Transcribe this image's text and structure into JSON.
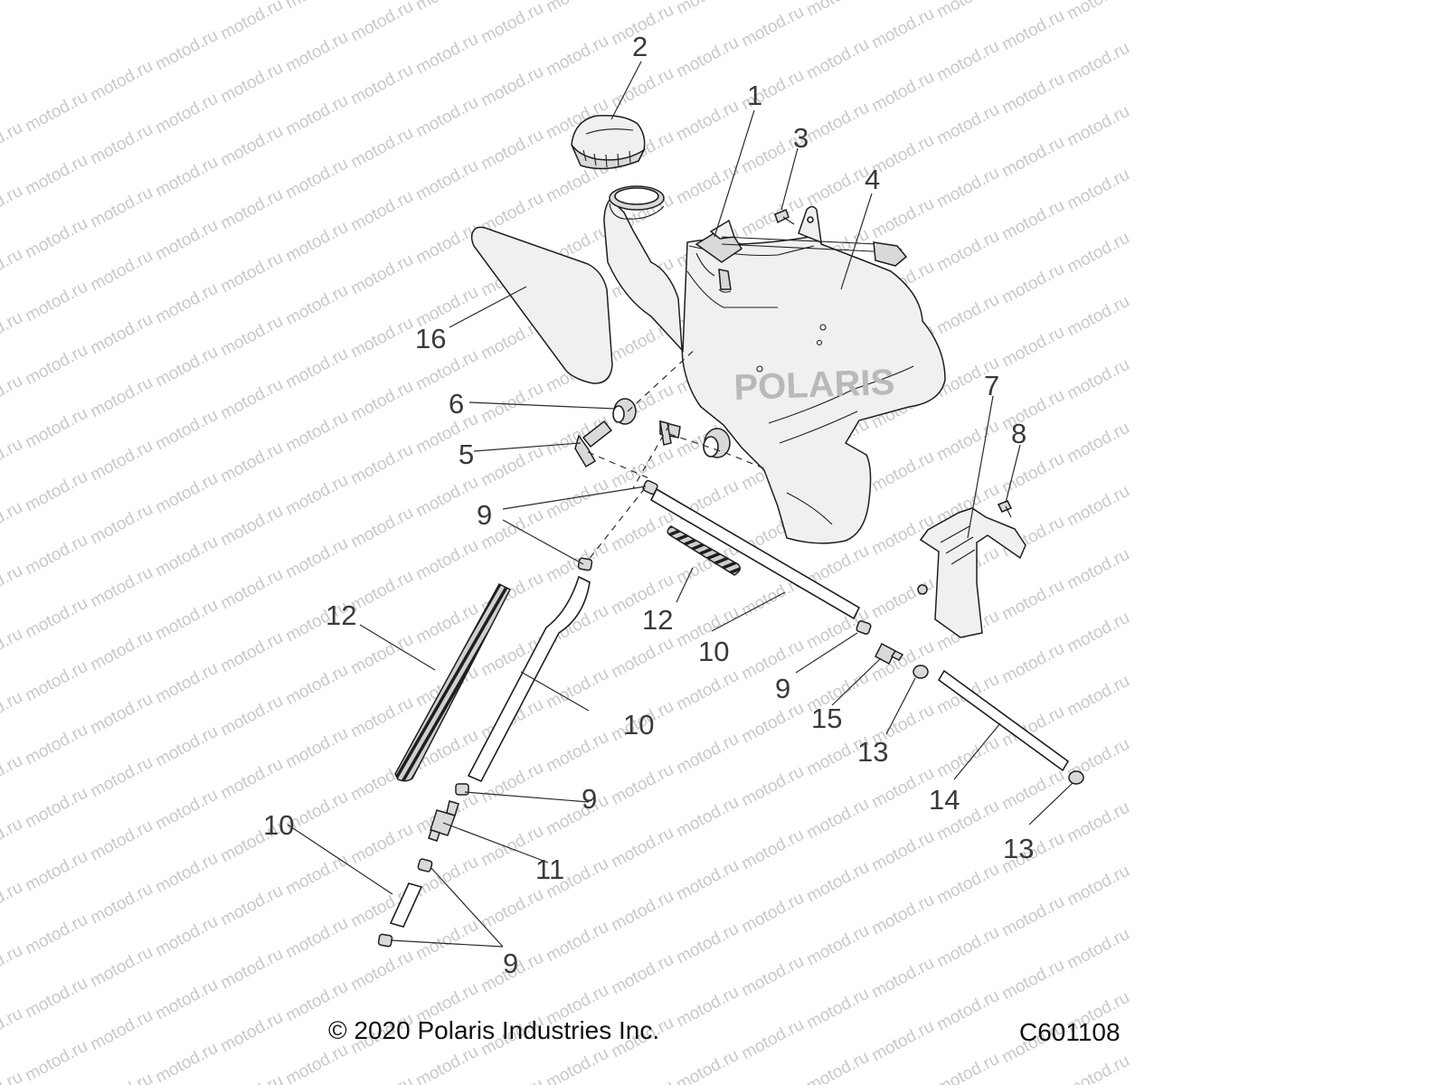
{
  "watermark": {
    "text": "motod.ru",
    "color": "#c9c9c9"
  },
  "tank_logo": "POLARIS",
  "callouts": [
    {
      "id": "c1",
      "label": "1"
    },
    {
      "id": "c2",
      "label": "2"
    },
    {
      "id": "c3",
      "label": "3"
    },
    {
      "id": "c4",
      "label": "4"
    },
    {
      "id": "c5",
      "label": "5"
    },
    {
      "id": "c6",
      "label": "6"
    },
    {
      "id": "c7",
      "label": "7"
    },
    {
      "id": "c8",
      "label": "8"
    },
    {
      "id": "c9a",
      "label": "9"
    },
    {
      "id": "c9b",
      "label": "9"
    },
    {
      "id": "c9c",
      "label": "9"
    },
    {
      "id": "c9d",
      "label": "9"
    },
    {
      "id": "c10a",
      "label": "10"
    },
    {
      "id": "c10b",
      "label": "10"
    },
    {
      "id": "c10c",
      "label": "10"
    },
    {
      "id": "c11",
      "label": "11"
    },
    {
      "id": "c12a",
      "label": "12"
    },
    {
      "id": "c12b",
      "label": "12"
    },
    {
      "id": "c13a",
      "label": "13"
    },
    {
      "id": "c13b",
      "label": "13"
    },
    {
      "id": "c14",
      "label": "14"
    },
    {
      "id": "c15",
      "label": "15"
    },
    {
      "id": "c16",
      "label": "16"
    }
  ],
  "footer": {
    "copyright": "© 2020 Polaris Industries Inc.",
    "drawing_id": "C601108"
  }
}
